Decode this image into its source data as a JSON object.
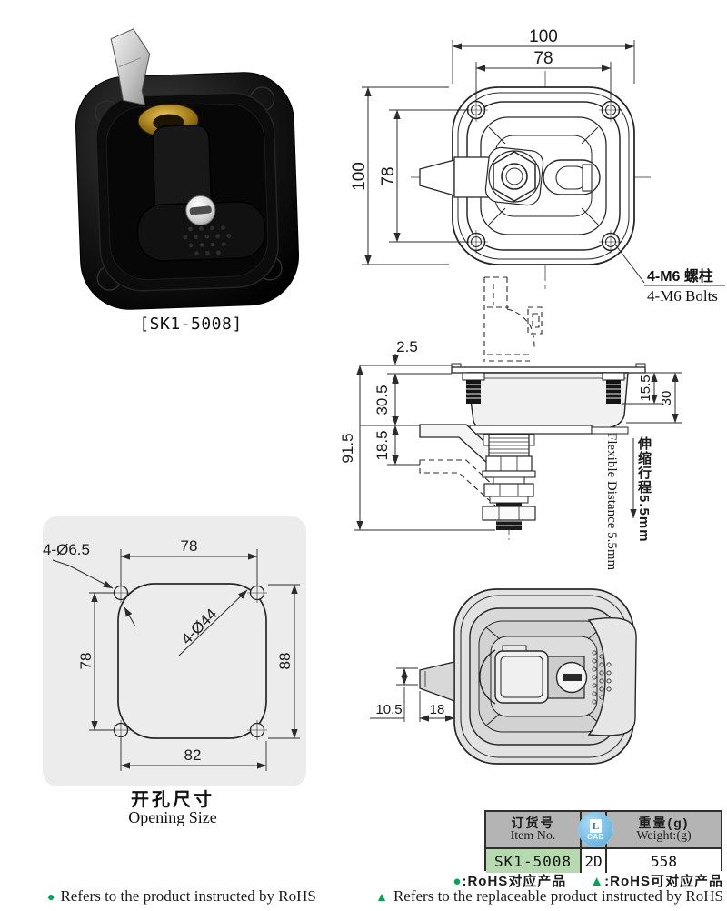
{
  "product_photo": {
    "label": "[SK1-5008]"
  },
  "front_view": {
    "dim_outer_width": "100",
    "dim_bolt_width": "78",
    "dim_outer_height": "100",
    "dim_bolt_height": "78",
    "bolt_note_cn": "4-M6 螺柱",
    "bolt_note_en": "4-M6 Bolts"
  },
  "side_view": {
    "dim_panel_thickness": "2.5",
    "dim_body_depth": "30.5",
    "dim_arm_depth": "18.5",
    "dim_total_depth": "91.5",
    "dim_stud_length": "15.5",
    "dim_cup_depth": "30",
    "flex_note_cn": "伸缩行程5.5mm",
    "flex_note_en": "Flexible Distance 5.5mm"
  },
  "opening_size": {
    "dim_hole_dia": "4-Ø6.5",
    "dim_hole_span_h": "78",
    "dim_hole_span_v": "78",
    "dim_cutout_height": "88",
    "dim_cutout_width": "82",
    "dim_corner_radius": "4-Ø44",
    "caption_cn": "开孔尺寸",
    "caption_en": "Opening Size"
  },
  "rear_view": {
    "dim_tongue_thickness": "10.5",
    "dim_tongue_length": "18"
  },
  "spec_table": {
    "item_no_cn": "订货号",
    "item_no_en": "Item No.",
    "cad_icon_label": "CAD",
    "weight_cn": "重量(g)",
    "weight_en": "Weight:(g)",
    "item_no_value": "SK1-5008",
    "cad_value": "2D",
    "weight_value": "558"
  },
  "legend": {
    "dot_symbol": "●",
    "triangle_symbol": "▲",
    "dot_cn": ":RoHS对应产品",
    "triangle_cn": ":RoHS可对应产品",
    "dot_en": "Refers to the product instructed by RoHS",
    "triangle_en": "Refers to the replaceable product instructed by RoHS"
  },
  "colors": {
    "legend_green": "#00a651",
    "table_header_bg": "#b4b4b4",
    "item_cell_bg": "#b7d9af",
    "cad_blue": "#58a8d8",
    "panel_gray": "#ececec"
  }
}
